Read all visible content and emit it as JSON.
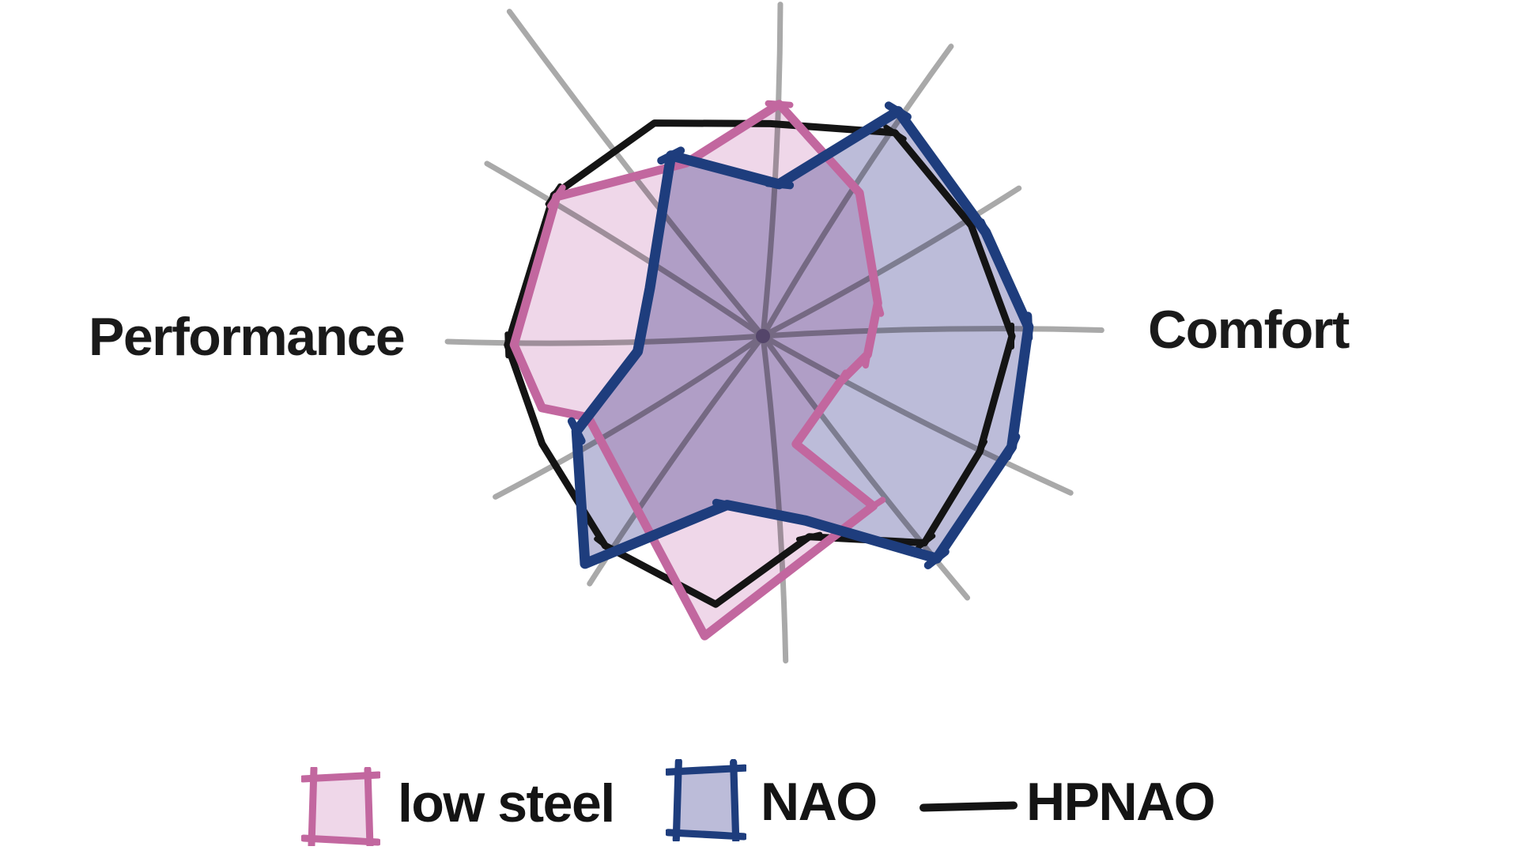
{
  "chart_data": {
    "type": "radar",
    "title": "",
    "axis_labels": {
      "left": "Performance",
      "right": "Comfort"
    },
    "rmax": 10,
    "grid_rings": 0,
    "style": "hand-drawn sketch, 12 unlabeled spokes, semi-transparent fills",
    "colors": {
      "spoke": "#a9a9a9",
      "center": "#7a6e88",
      "low_steel_stroke": "#c2679f",
      "low_steel_fill": "#efd7e9",
      "nao_stroke": "#1e3d7d",
      "nao_fill": "#bcbcd9",
      "hpnao_stroke": "#141414",
      "text": "#1a1a1a"
    },
    "legend": {
      "position": "bottom",
      "entries": [
        {
          "label": "low steel",
          "swatch": "filled-square",
          "stroke": "#c2679f",
          "fill": "#efd7e9"
        },
        {
          "label": "NAO",
          "swatch": "filled-square",
          "stroke": "#1e3d7d",
          "fill": "#bcbcd9"
        },
        {
          "label": "HPNAO",
          "swatch": "line",
          "stroke": "#141414",
          "fill": "none"
        }
      ]
    },
    "spokes": [
      {
        "angle_deg": 87,
        "length": 10.0
      },
      {
        "angle_deg": 57,
        "length": 10.4
      },
      {
        "angle_deg": 30,
        "length": 8.9
      },
      {
        "angle_deg": 1,
        "length": 10.2
      },
      {
        "angle_deg": -27,
        "length": 10.4
      },
      {
        "angle_deg": -52,
        "length": 10.0
      },
      {
        "angle_deg": -86,
        "length": 9.8
      },
      {
        "angle_deg": -125,
        "length": 9.1
      },
      {
        "angle_deg": -149,
        "length": 9.4
      },
      {
        "angle_deg": 181,
        "length": 9.5
      },
      {
        "angle_deg": 148,
        "length": 9.8
      },
      {
        "angle_deg": 128,
        "length": 12.4
      }
    ],
    "series": [
      {
        "name": "low steel",
        "stroke": "#c2679f",
        "fill": "#efd7e9",
        "stroke_width": 11,
        "points": [
          {
            "a": 86,
            "r": 7.0,
            "tick": true
          },
          {
            "a": 56,
            "r": 5.2
          },
          {
            "a": 16,
            "r": 3.6,
            "tick": true
          },
          {
            "a": -10,
            "r": 3.2,
            "tick": true
          },
          {
            "a": -31,
            "r": 2.7,
            "tick": true
          },
          {
            "a": -73,
            "r": 3.4
          },
          {
            "a": -57,
            "r": 6.1,
            "tick": true
          },
          {
            "a": -101,
            "r": 9.2
          },
          {
            "a": -155,
            "r": 5.8
          },
          {
            "a": -162,
            "r": 7.0
          },
          {
            "a": 182,
            "r": 7.5
          },
          {
            "a": 146,
            "r": 7.5,
            "tick": true
          },
          {
            "a": 114,
            "r": 5.7
          }
        ]
      },
      {
        "name": "NAO",
        "stroke": "#1e3d7d",
        "fill": "#bcbcd9",
        "stroke_width": 13,
        "points": [
          {
            "a": 84,
            "r": 4.6,
            "tick": true
          },
          {
            "a": 59,
            "r": 7.9,
            "tick": true
          },
          {
            "a": 25,
            "r": 7.4,
            "tick": true
          },
          {
            "a": 2,
            "r": 8.0,
            "tick": true
          },
          {
            "a": -24,
            "r": 8.2,
            "tick": true
          },
          {
            "a": -52,
            "r": 8.5,
            "tick": true
          },
          {
            "a": -77,
            "r": 5.7
          },
          {
            "a": -102,
            "r": 5.2,
            "tick": true
          },
          {
            "a": -128,
            "r": 8.7
          },
          {
            "a": -153,
            "r": 6.3,
            "tick": true
          },
          {
            "a": 187,
            "r": 3.8
          },
          {
            "a": 157,
            "r": 3.7
          },
          {
            "a": 117,
            "r": 6.1,
            "tick": true
          }
        ]
      },
      {
        "name": "HPNAO",
        "stroke": "#141414",
        "fill": "none",
        "stroke_width": 9,
        "points": [
          {
            "a": 88,
            "r": 6.4
          },
          {
            "a": 57,
            "r": 7.3,
            "tick": true
          },
          {
            "a": 28,
            "r": 7.1
          },
          {
            "a": 0,
            "r": 7.5,
            "tick": true
          },
          {
            "a": -28,
            "r": 7.4,
            "tick": true
          },
          {
            "a": -52,
            "r": 7.9,
            "tick": true
          },
          {
            "a": -77,
            "r": 6.2,
            "tick": true
          },
          {
            "a": -100,
            "r": 8.2
          },
          {
            "a": -127,
            "r": 7.9,
            "tick": true
          },
          {
            "a": -154,
            "r": 7.4
          },
          {
            "a": 182,
            "r": 7.7,
            "tick": true
          },
          {
            "a": 146,
            "r": 7.6,
            "tick": true
          },
          {
            "a": 117,
            "r": 7.2
          }
        ]
      }
    ]
  }
}
